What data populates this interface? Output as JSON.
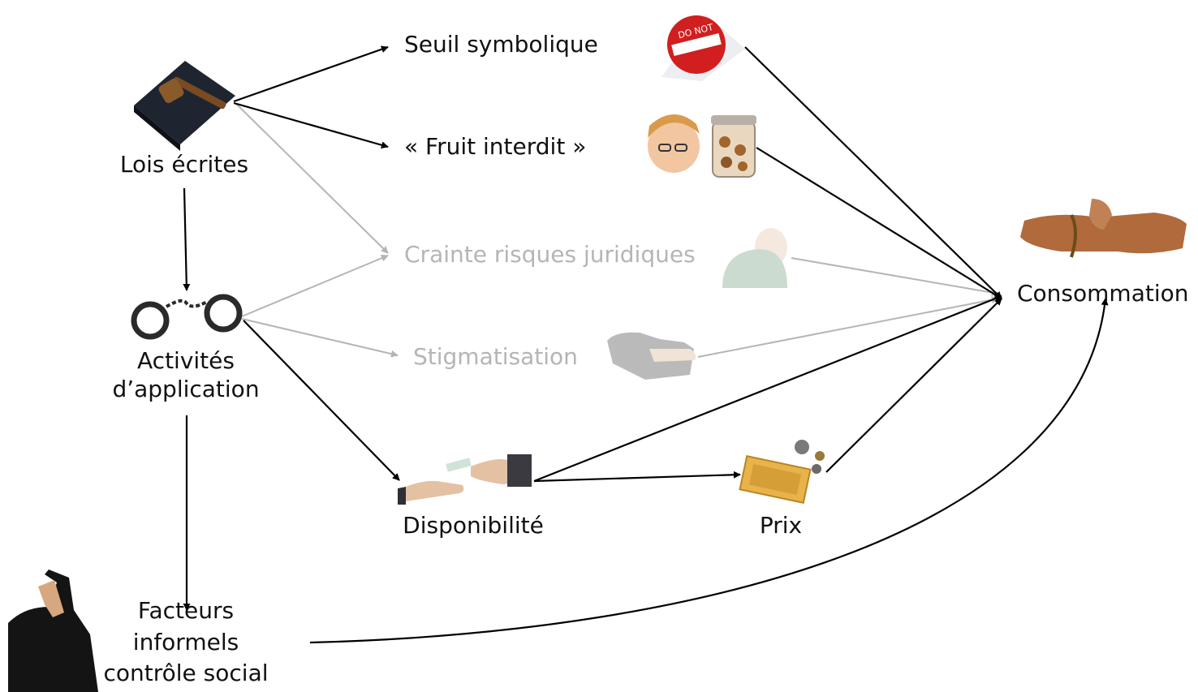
{
  "nodes": {
    "lois": {
      "label": "Lois écrites",
      "icon": "gavel-book-icon"
    },
    "activites": {
      "line1": "Activités",
      "line2": "d’application",
      "icon": "handcuffs-icon"
    },
    "facteurs": {
      "line1": "Facteurs",
      "line2": "informels",
      "line3": "contrôle social",
      "icon": "pointing-hand-icon"
    },
    "seuil": {
      "label": "Seuil symbolique",
      "icon": "do-not-sign-icon",
      "sign_text": "DO NOT"
    },
    "fruit": {
      "label": "« Fruit interdit »",
      "icon": "child-cookie-jar-icon"
    },
    "crainte": {
      "label": "Crainte risques juridiques",
      "icon": "worried-person-icon"
    },
    "stigmatisation": {
      "label": "Stigmatisation",
      "icon": "pointing-finger-icon"
    },
    "disponibilite": {
      "label": "Disponibilité",
      "icon": "exchange-hands-icon"
    },
    "prix": {
      "label": "Prix",
      "icon": "banknotes-coins-icon"
    },
    "consommation": {
      "label": "Consommation",
      "icon": "arm-tourniquet-icon"
    }
  },
  "colors": {
    "active": "#000000",
    "faded": "#b5b5b5"
  }
}
